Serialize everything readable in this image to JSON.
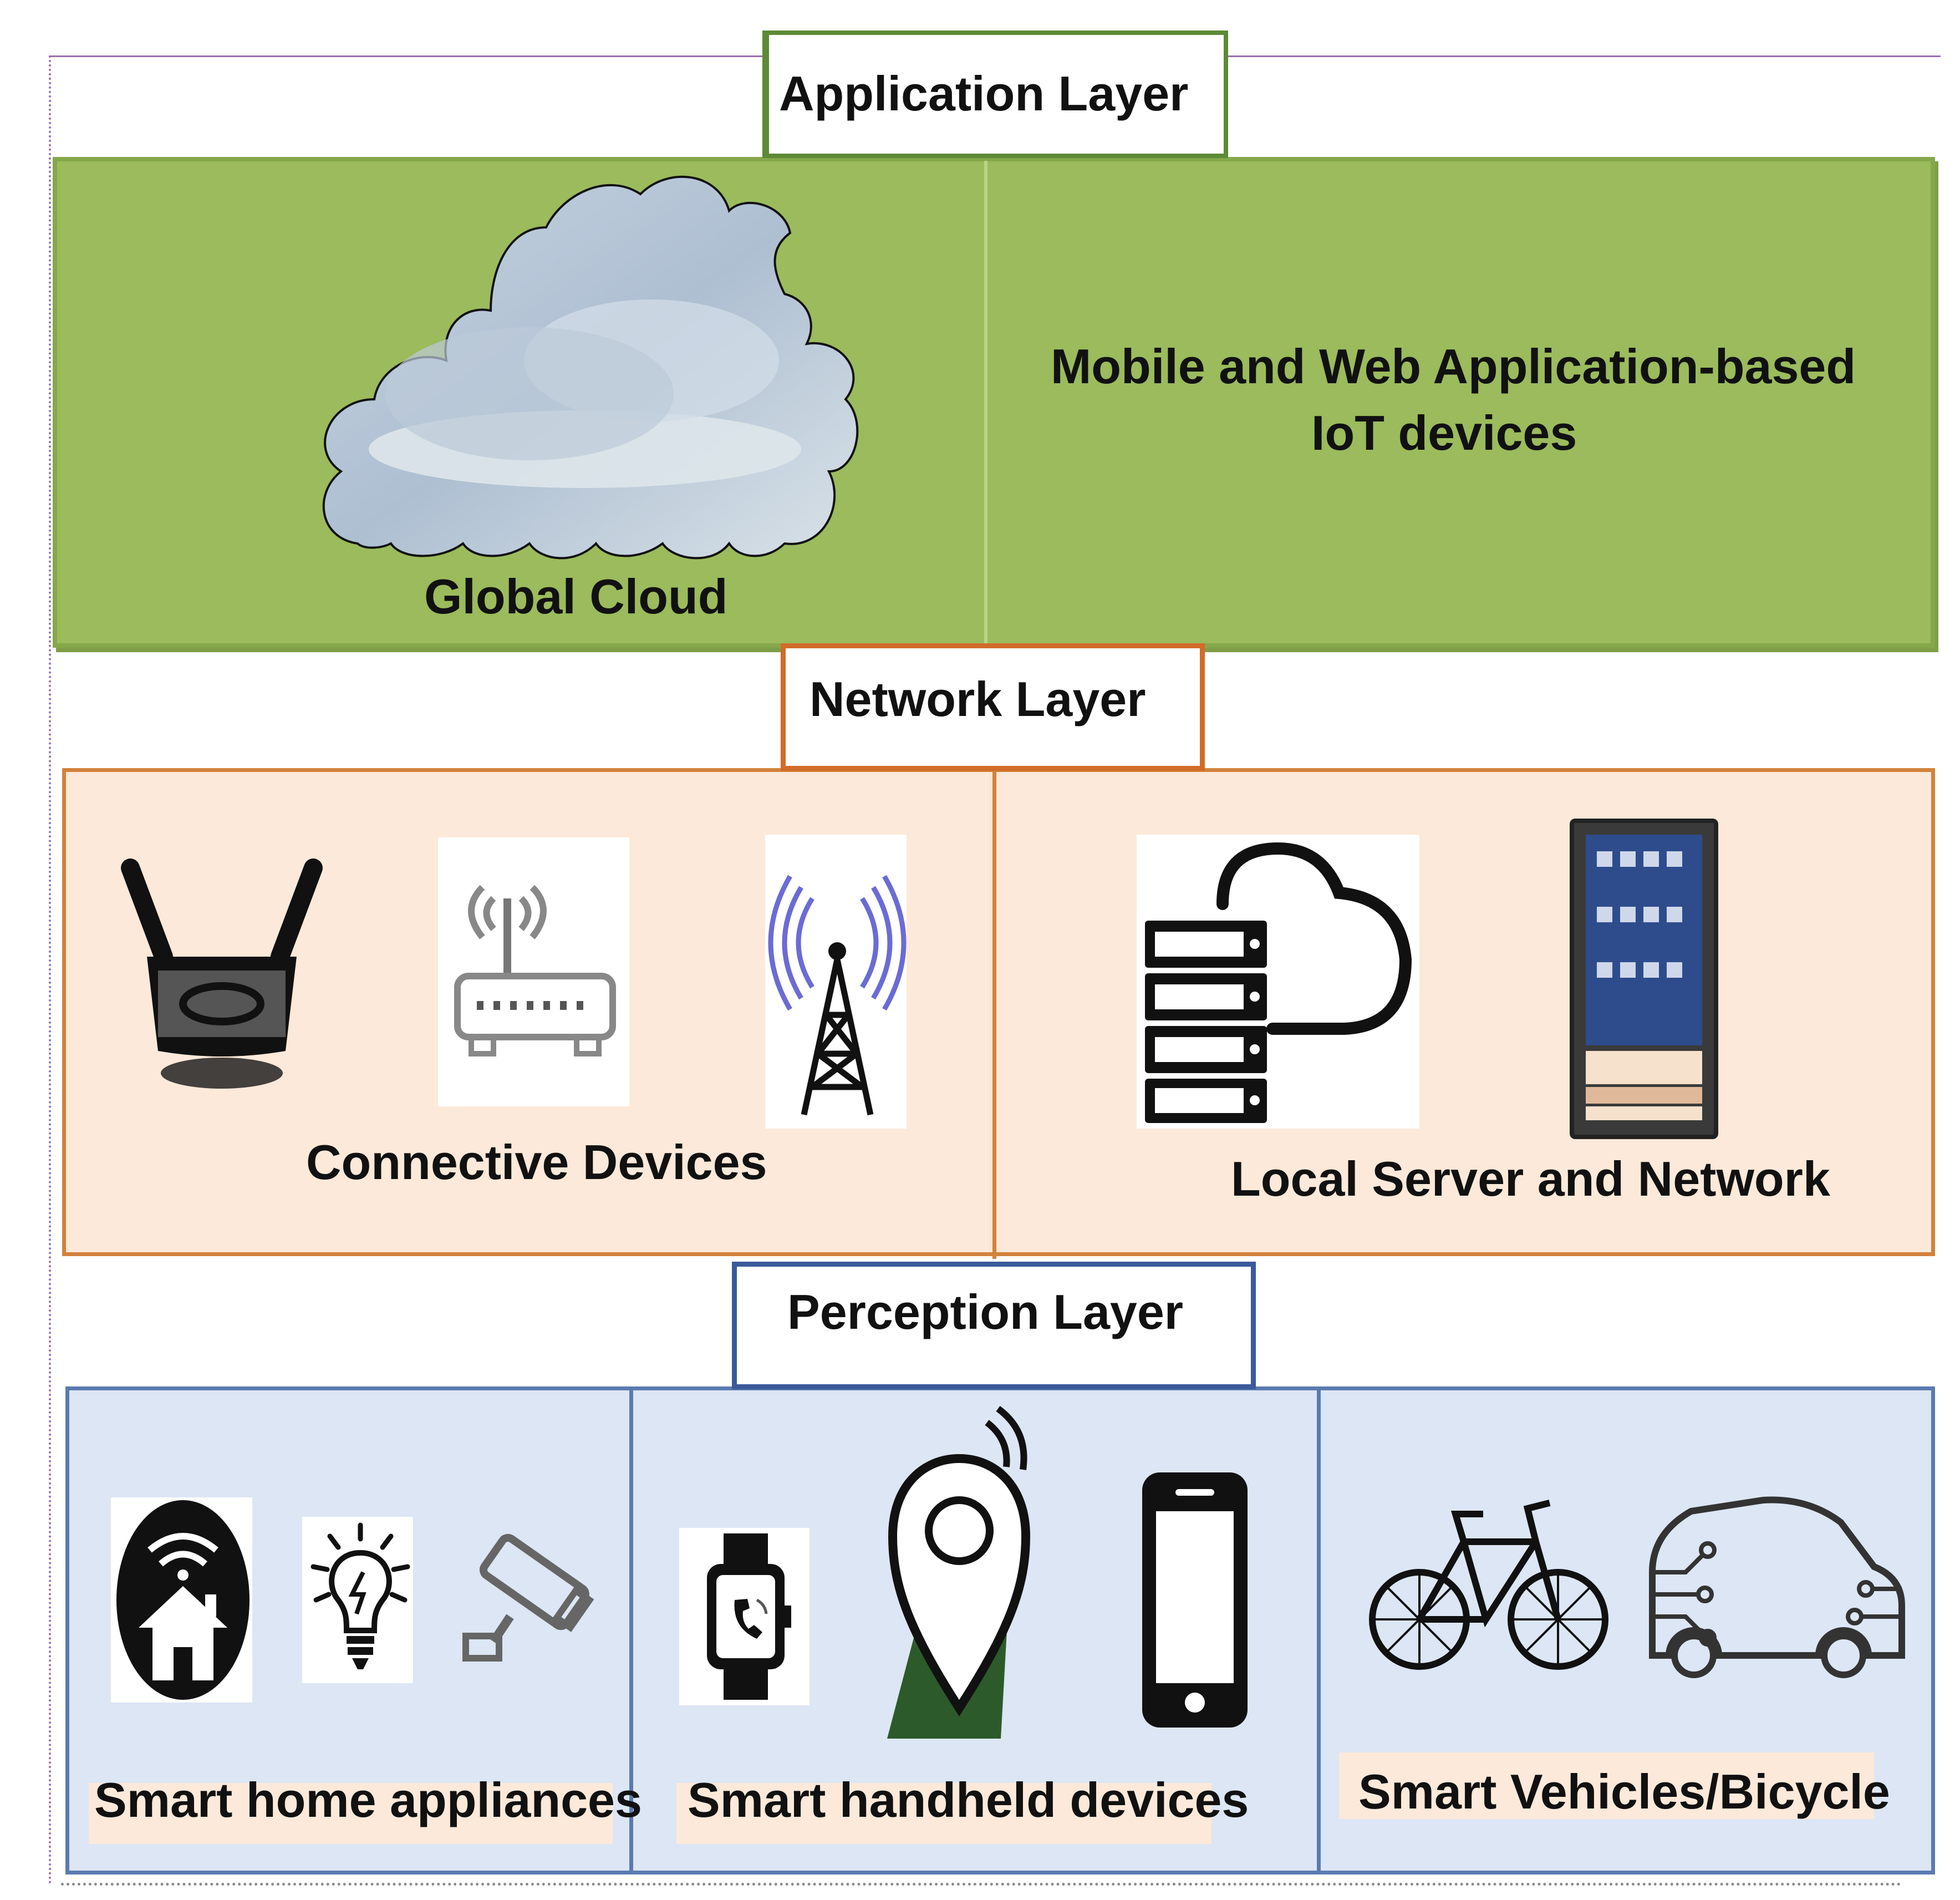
{
  "layers": {
    "application": {
      "title": "Application Layer",
      "left_label": "Global Cloud",
      "right_label_line1": "Mobile and Web Application-based",
      "right_label_line2": "IoT devices"
    },
    "network": {
      "title": "Network Layer",
      "left_label": "Connective Devices",
      "right_label": "Local Server and Network"
    },
    "perception": {
      "title": "Perception Layer",
      "col1_label": "Smart home appliances",
      "col2_label": "Smart handheld devices",
      "col3_label": "Smart Vehicles/Bicycle"
    }
  },
  "colors": {
    "application_fill": "#9bbb5c",
    "network_fill": "#fde9d9",
    "network_border": "#d2823c",
    "perception_fill": "#dce6f4",
    "perception_border": "#5a7bb0"
  }
}
